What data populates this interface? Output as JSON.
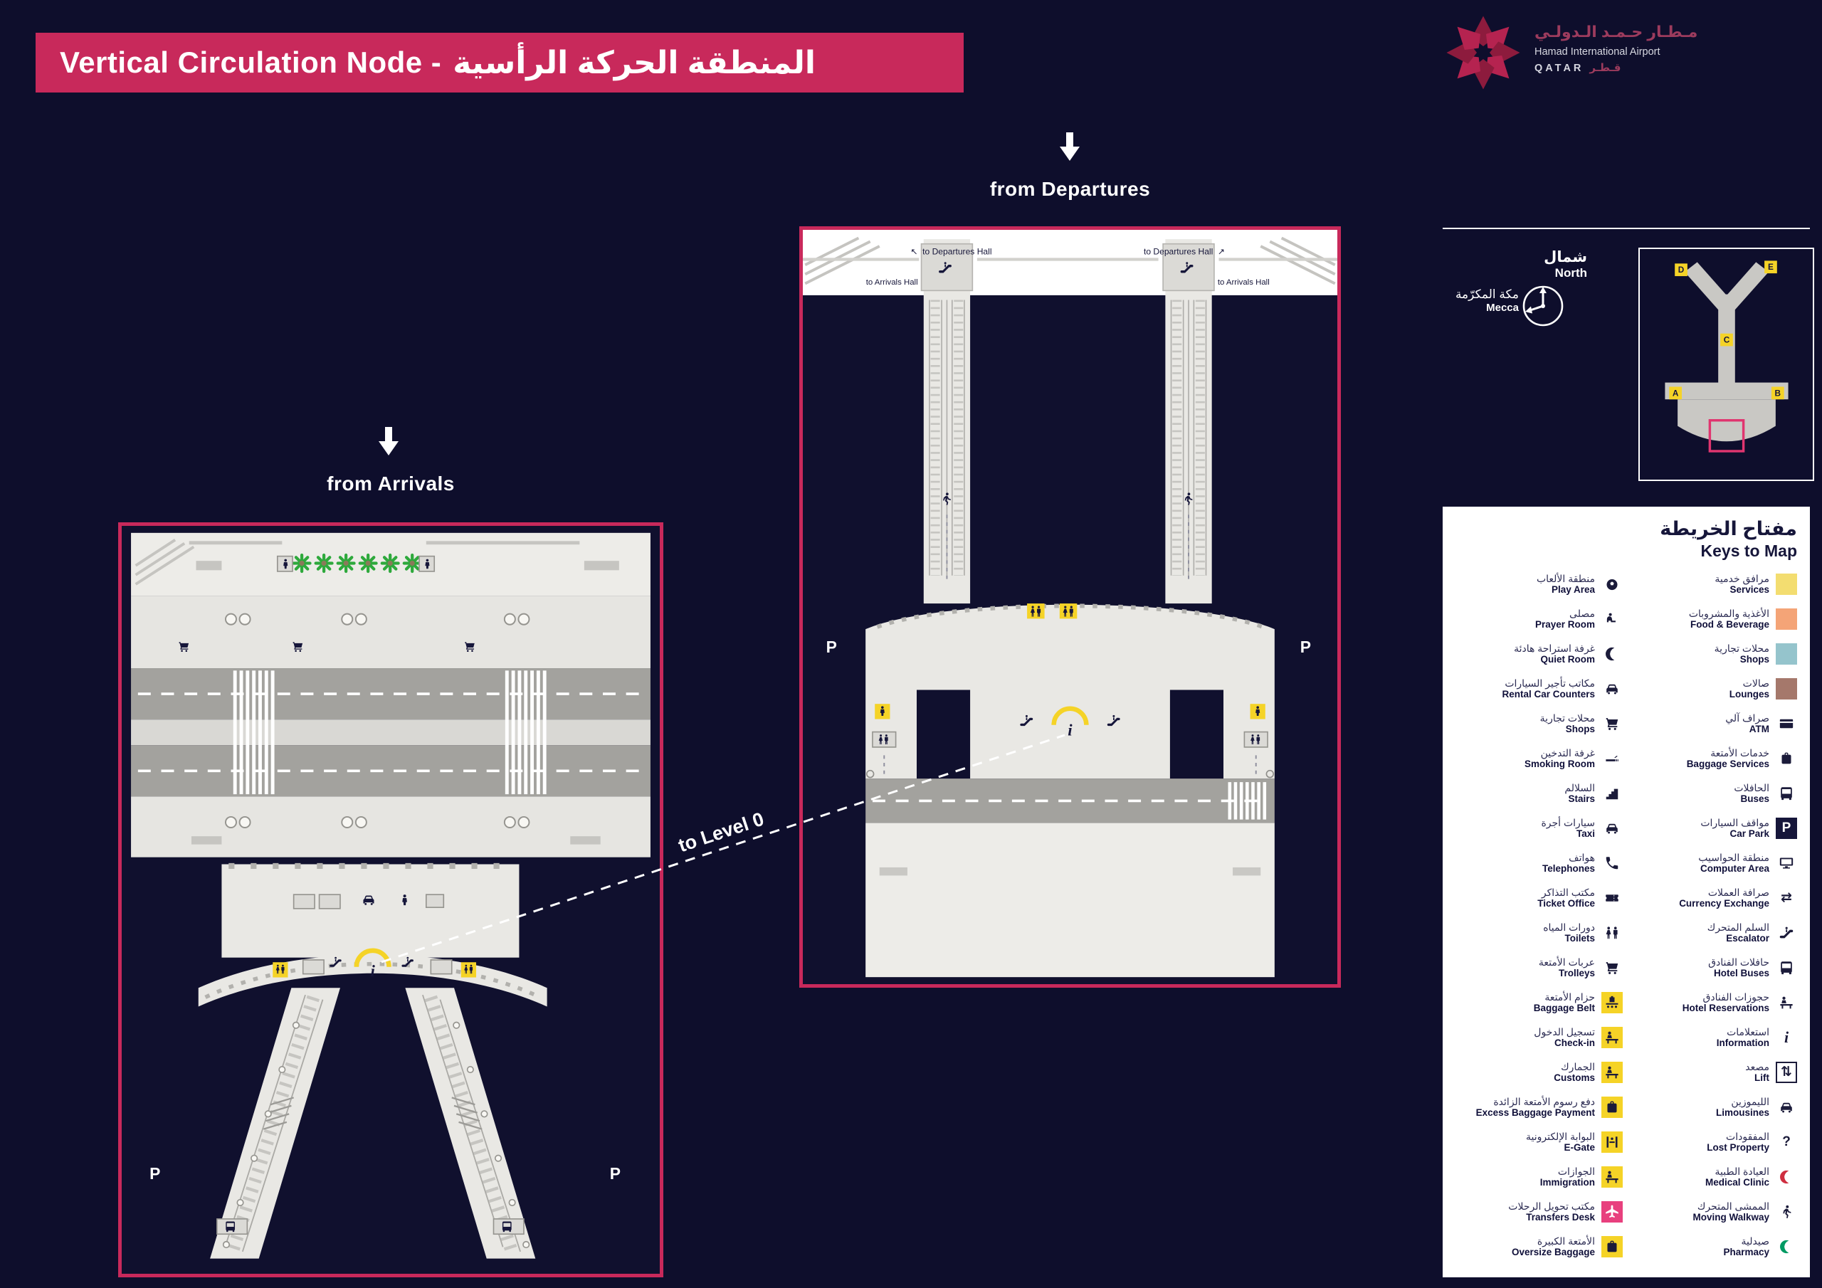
{
  "header": {
    "title_en": "Vertical Circulation Node -",
    "title_ar": "المنطقة الحركة الرأسية"
  },
  "logo": {
    "name_ar": "مـطـار حـمـد الـدولـي",
    "name_en": "Hamad International Airport",
    "country_en": "QATAR",
    "country_ar": "قـطـر"
  },
  "annotations": {
    "from_departures": "from Departures",
    "from_arrivals": "from Arrivals",
    "to_level": "to Level 0"
  },
  "compass": {
    "north_ar": "شمال",
    "north_en": "North",
    "mecca_ar": "مكة المكرّمة",
    "mecca_en": "Mecca"
  },
  "minimap": {
    "concourses": [
      "A",
      "B",
      "C",
      "D",
      "E"
    ]
  },
  "map_labels": {
    "to_departures_hall": "to Departures Hall",
    "to_arrivals_hall": "to Arrivals Hall",
    "parking": "P",
    "info": "i"
  },
  "icons": {
    "arrow_up_left": "↖",
    "arrow_up_right": "↗"
  },
  "legend": {
    "title_ar": "مفتاح الخريطة",
    "title_en": "Keys to Map",
    "left": [
      {
        "ar": "منطقة الألعاب",
        "en": "Play Area",
        "icon": "play"
      },
      {
        "ar": "مصلى",
        "en": "Prayer Room",
        "icon": "prayer"
      },
      {
        "ar": "غرفة استراحة هادئة",
        "en": "Quiet Room",
        "icon": "moon"
      },
      {
        "ar": "مكاتب تأجير السيارات",
        "en": "Rental Car Counters",
        "icon": "car"
      },
      {
        "ar": "محلات تجارية",
        "en": "Shops",
        "icon": "cart"
      },
      {
        "ar": "غرفة التدخين",
        "en": "Smoking Room",
        "icon": "cig"
      },
      {
        "ar": "السلالم",
        "en": "Stairs",
        "icon": "stairs"
      },
      {
        "ar": "سيارات أجرة",
        "en": "Taxi",
        "icon": "car"
      },
      {
        "ar": "هواتف",
        "en": "Telephones",
        "icon": "phone"
      },
      {
        "ar": "مكتب التذاكر",
        "en": "Ticket Office",
        "icon": "ticket"
      },
      {
        "ar": "دورات المياه",
        "en": "Toilets",
        "icon": "persons"
      },
      {
        "ar": "عربات الأمتعة",
        "en": "Trolleys",
        "icon": "cart"
      },
      {
        "ar": "حزام الأمتعة",
        "en": "Baggage Belt",
        "icon": "belt",
        "bg": "yellow"
      },
      {
        "ar": "تسجيل الدخول",
        "en": "Check-in",
        "icon": "desk",
        "bg": "yellow"
      },
      {
        "ar": "الجمارك",
        "en": "Customs",
        "icon": "desk",
        "bg": "yellow"
      },
      {
        "ar": "دفع رسوم الأمتعة الزائدة",
        "en": "Excess Baggage Payment",
        "icon": "bag",
        "bg": "yellow"
      },
      {
        "ar": "البوابة الإلكترونية",
        "en": "E-Gate",
        "icon": "gate",
        "bg": "yellow"
      },
      {
        "ar": "الجوازات",
        "en": "Immigration",
        "icon": "desk",
        "bg": "yellow"
      },
      {
        "ar": "مكتب تحويل الرحلات",
        "en": "Transfers Desk",
        "icon": "plane",
        "bg": "pink"
      },
      {
        "ar": "الأمتعة الكبيرة",
        "en": "Oversize Baggage",
        "icon": "bag",
        "bg": "yellow"
      }
    ],
    "right": [
      {
        "ar": "مرافق خدمية",
        "en": "Services",
        "swatch": "#f3dd70"
      },
      {
        "ar": "الأغذية والمشروبات",
        "en": "Food & Beverage",
        "swatch": "#f4a477"
      },
      {
        "ar": "محلات تجارية",
        "en": "Shops",
        "swatch": "#95c4cc"
      },
      {
        "ar": "صالات",
        "en": "Lounges",
        "swatch": "#a5786b"
      },
      {
        "ar": "صراف آلي",
        "en": "ATM",
        "icon": "card"
      },
      {
        "ar": "خدمات الأمتعة",
        "en": "Baggage Services",
        "icon": "bag"
      },
      {
        "ar": "الحافلات",
        "en": "Buses",
        "icon": "bus"
      },
      {
        "ar": "مواقف السيارات",
        "en": "Car Park",
        "glyph": "P",
        "bg": "navy"
      },
      {
        "ar": "منطقة الحواسيب",
        "en": "Computer Area",
        "icon": "monitor"
      },
      {
        "ar": "صرافة العملات",
        "en": "Currency Exchange",
        "glyph": "⇄"
      },
      {
        "ar": "السلم المتحرك",
        "en": "Escalator",
        "icon": "escalator"
      },
      {
        "ar": "حافلات الفنادق",
        "en": "Hotel Buses",
        "icon": "bus"
      },
      {
        "ar": "حجوزات الفنادق",
        "en": "Hotel Reservations",
        "icon": "desk"
      },
      {
        "ar": "استعلامات",
        "en": "Information",
        "glyph": "i",
        "glyph_style": "info"
      },
      {
        "ar": "مصعد",
        "en": "Lift",
        "glyph": "⇅",
        "bg": "outline"
      },
      {
        "ar": "الليموزين",
        "en": "Limousines",
        "icon": "car"
      },
      {
        "ar": "المفقودات",
        "en": "Lost Property",
        "glyph": "?"
      },
      {
        "ar": "العيادة الطبية",
        "en": "Medical Clinic",
        "icon": "moon",
        "color": "#cf2e40"
      },
      {
        "ar": "الممشى المتحرك",
        "en": "Moving Walkway",
        "icon": "walk"
      },
      {
        "ar": "صيدلية",
        "en": "Pharmacy",
        "icon": "moon",
        "color": "#009a63"
      }
    ]
  },
  "colors": {
    "accent_pink": "#c8295b",
    "legend_yellow": "#f5d327",
    "transfer_pink": "#e8407e",
    "crescent_red": "#cf2e40",
    "crescent_green": "#009a63",
    "floor_light": "#e9e8e4",
    "road_gray": "#a3a29e",
    "background_navy": "#0e0e2c"
  }
}
